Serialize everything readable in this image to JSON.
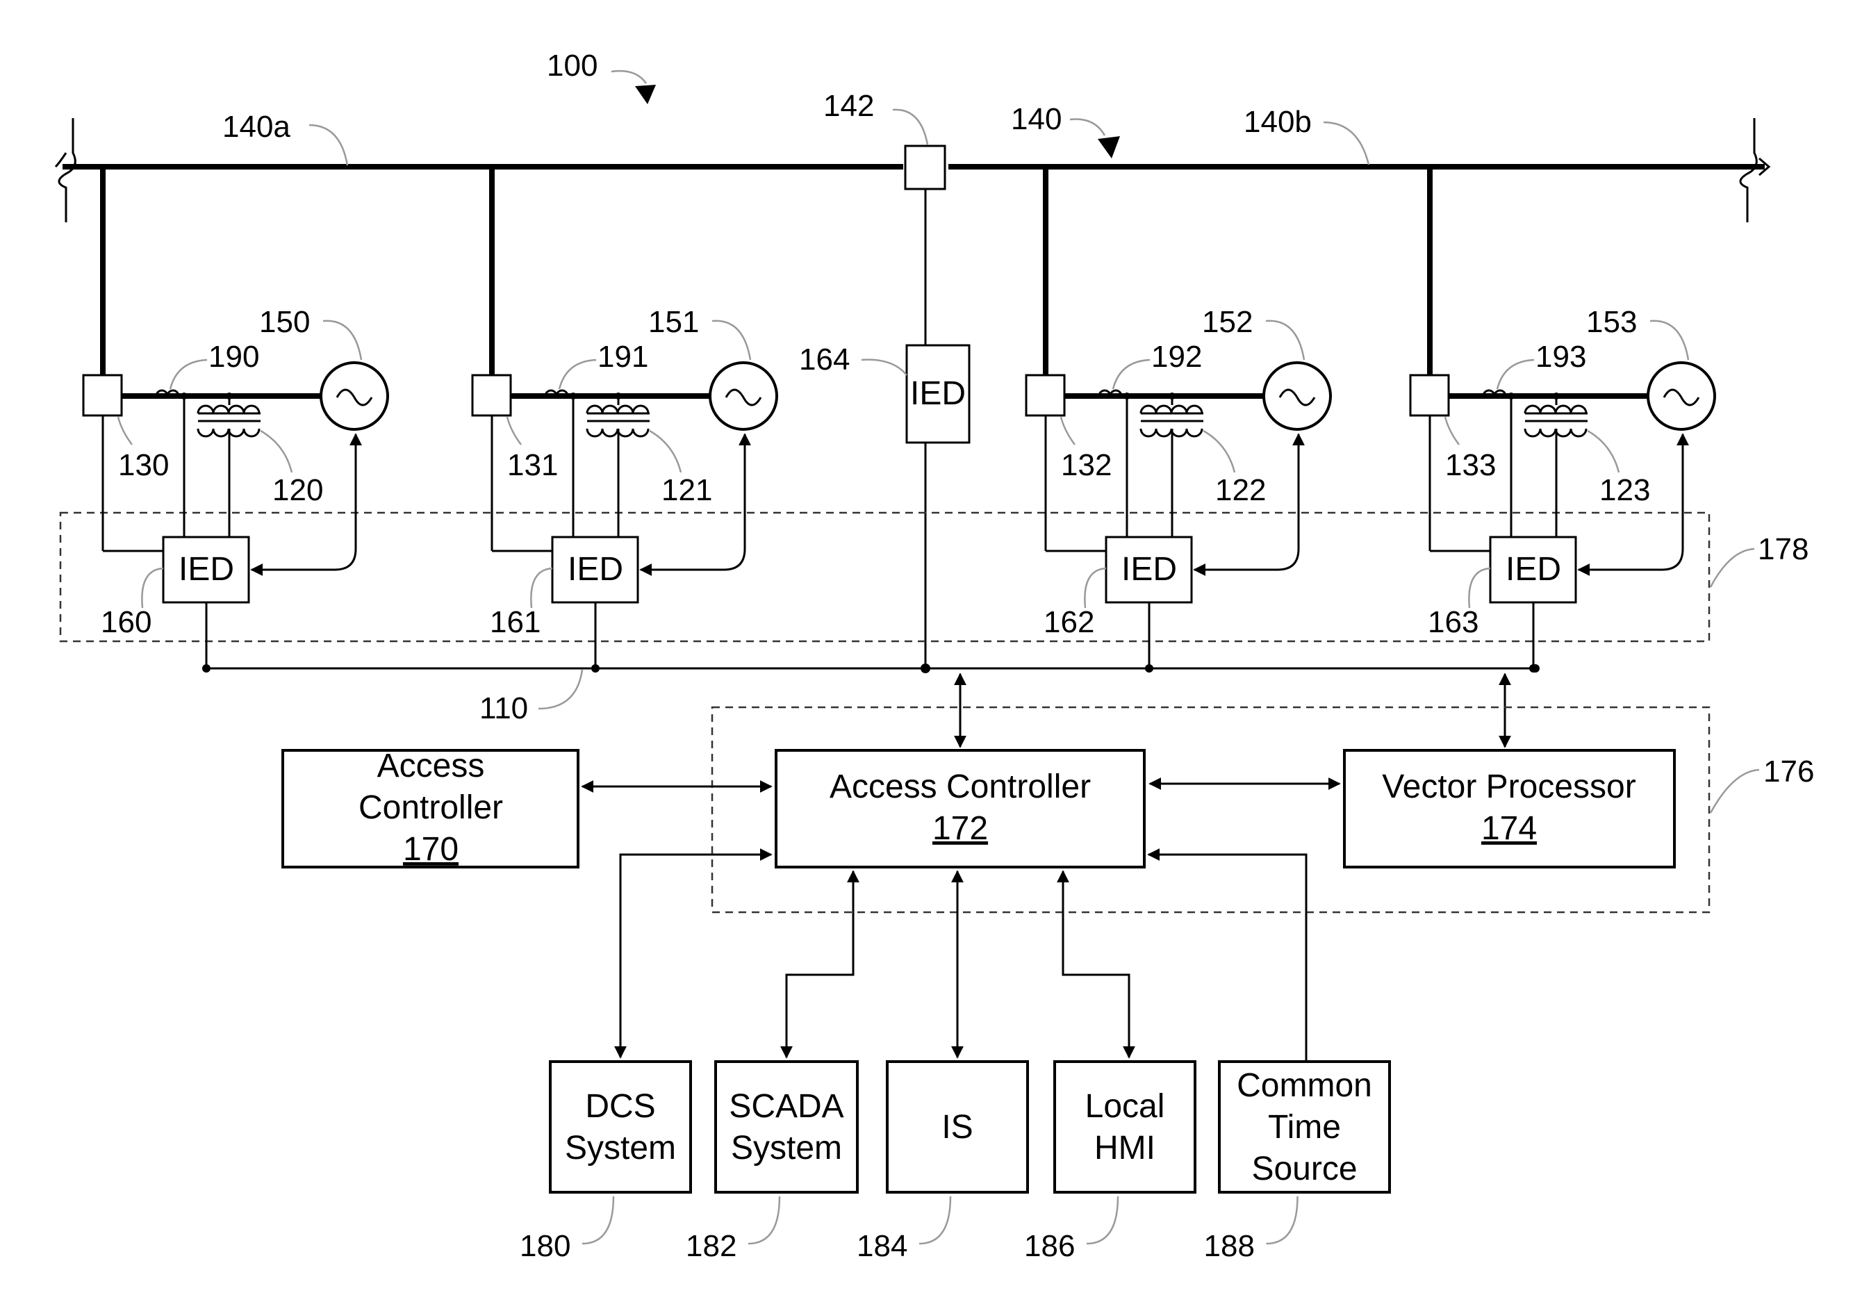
{
  "figure": {
    "ref": "100",
    "bus": {
      "ref": "140",
      "left_ref": "140a",
      "right_ref": "140b"
    },
    "tie_breaker_ref": "142",
    "comm_network_ref": "110",
    "zone_refs": {
      "ied_zone": "178",
      "controller_zone": "176"
    },
    "bays": [
      {
        "breaker": "130",
        "ct": "190",
        "vt": "120",
        "generator": "150",
        "ied_label": "IED",
        "ied_ref": "160"
      },
      {
        "breaker": "131",
        "ct": "191",
        "vt": "121",
        "generator": "151",
        "ied_label": "IED",
        "ied_ref": "161"
      },
      {
        "breaker": "132",
        "ct": "192",
        "vt": "122",
        "generator": "152",
        "ied_label": "IED",
        "ied_ref": "162"
      },
      {
        "breaker": "133",
        "ct": "193",
        "vt": "123",
        "generator": "153",
        "ied_label": "IED",
        "ied_ref": "163"
      }
    ],
    "tie_ied": {
      "label": "IED",
      "ref": "164"
    },
    "controllers": {
      "access_controller_170": {
        "line1": "Access",
        "line2": "Controller",
        "ref": "170"
      },
      "access_controller_172": {
        "line1": "Access Controller",
        "ref": "172"
      },
      "vector_processor": {
        "line1": "Vector Processor",
        "ref": "174"
      }
    },
    "systems": [
      {
        "lines": [
          "DCS",
          "System"
        ],
        "ref": "180"
      },
      {
        "lines": [
          "SCADA",
          "System"
        ],
        "ref": "182"
      },
      {
        "lines": [
          "IS"
        ],
        "ref": "184"
      },
      {
        "lines": [
          "Local",
          "HMI"
        ],
        "ref": "186"
      },
      {
        "lines": [
          "Common",
          "Time",
          "Source"
        ],
        "ref": "188"
      }
    ],
    "generator_symbol": "~"
  }
}
